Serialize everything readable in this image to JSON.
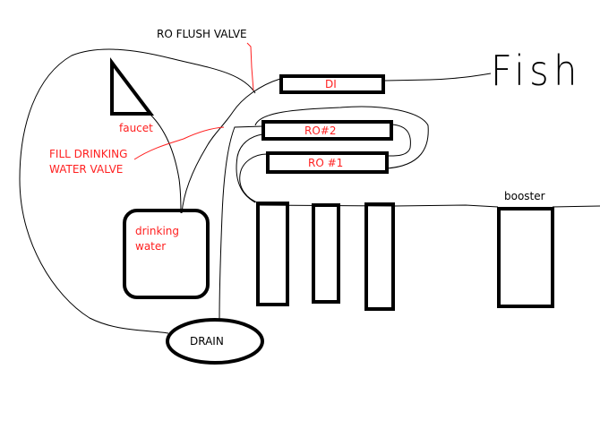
{
  "labels": {
    "ro_flush_valve": "RO FLUSH VALVE",
    "faucet": "faucet",
    "fill_drinking_line1": "FILL DRINKING",
    "fill_drinking_line2": "WATER VALVE",
    "drinking_line1": "drinking",
    "drinking_line2": "water",
    "drain": "DRAIN",
    "di": "DI",
    "ro2": "RO#2",
    "ro1": "RO #1",
    "booster": "booster",
    "fish": "Fish"
  },
  "colors": {
    "red": "#ff2020",
    "black": "#000000"
  }
}
